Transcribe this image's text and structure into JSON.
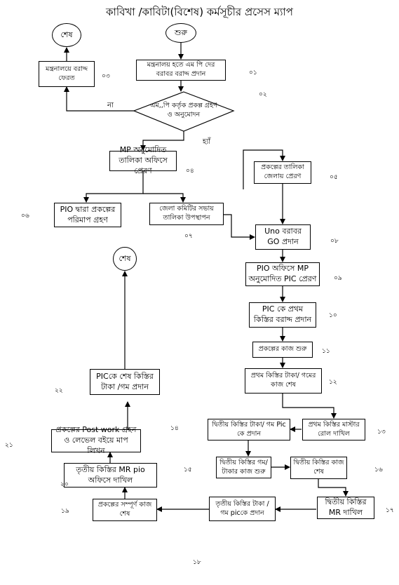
{
  "title": "কাবিখা /কাবিটা(বিশেষ)  কর্মসূচীর প্রসেস ম্যাপ",
  "terminals": {
    "start": "শুরু",
    "end1": "শেষ",
    "end2": "শেষ"
  },
  "steps": {
    "s1": "মন্ত্রনালয় হতে এম পি দের বরাবর বরাদ্দ প্রদান",
    "s3": "মন্ত্রনালয়ে বরাদ্দ ফেরত",
    "decision": "এম,,পি কর্তৃক  প্রকল্প গ্রহণ ও অনুমোদন",
    "s4": "MP অনুমোদিত তালিকা অফিসে প্রেরণ",
    "s5": "প্রকল্পের  তালিকা জেলায় প্রেরণ",
    "s6": "PIO দ্বারা প্রকল্পের পরিমাপ গ্রহণ",
    "s7": "জেলা কমিটির সভায় তালিকা উপস্থাপন",
    "s8": "Uno বরাবর GO প্রদান",
    "s9": "PIO অফিসে MP অনুমোদিত PIC  প্রেরণ",
    "s10": "PIC কে প্রথম কিস্তির বরাদ্দ প্রদান",
    "s11": "প্রকল্পের  কাজ শুরু",
    "s12": "প্রথম কিস্তির টাকা/ গমের কাজ শেষ",
    "s13": "প্রথম কিস্তির  মাস্টার রোল দাখিল",
    "s14a": "দ্বিতীয় কিস্তির টাকা/ গম Pic কে প্রদান",
    "s15": "দ্বিতীয় কিস্তির গম/ টাকার কাজ শুরু",
    "s16": "দ্বিতীয় কিস্তির কাজ শেষ",
    "s17": "দ্বিতীয় কিস্তির MR দাখিল",
    "s18": "তৃতীয় কিস্তির টাকা / গম picকে প্রদান",
    "s19": "প্রকল্পের সম্পূর্ণ কাজ শেষ",
    "s20": "তৃতীয় কিস্তির MR pio অফিসে দাখিল",
    "s21": "প্রকল্পের Post work গ্রহন ও লেভেল বইয়ে মাপ লিখন",
    "s22": "PICকে শেষ কিস্তির টাকা /গম প্রদান"
  },
  "labels": {
    "no": "না",
    "yes": "হ্যাঁ"
  },
  "numbers": {
    "n1": "০১",
    "n2": "০২",
    "n3": "০৩",
    "n4": "০৪",
    "n5": "০৫",
    "n6": "০৬",
    "n7": "০৭",
    "n8": "০৮",
    "n9": "০৯",
    "n10": "১০",
    "n11": "১১",
    "n12": "১২",
    "n13": "১৩",
    "n14": "১৪",
    "n15": "১৫",
    "n16": "১৬",
    "n17": "১৭",
    "n18": "১৮",
    "n19": "১৯",
    "n20": "২০",
    "n21": "২১",
    "n22": "২২"
  }
}
